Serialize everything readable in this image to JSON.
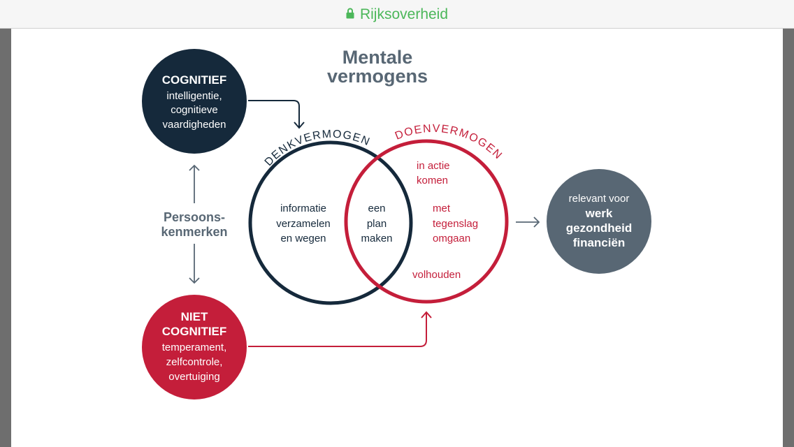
{
  "browser": {
    "site_name": "Rijksoverheid",
    "colors": {
      "secure": "#4cb75a"
    }
  },
  "diagram": {
    "title_line1": "Mentale",
    "title_line2": "vermogens",
    "cognitief": {
      "heading": "COGNITIEF",
      "line1": "intelligentie,",
      "line2": "cognitieve",
      "line3": "vaardigheden"
    },
    "niet_cognitief": {
      "heading1": "NIET",
      "heading2": "COGNITIEF",
      "line1": "temperament,",
      "line2": "zelfcontrole,",
      "line3": "overtuiging"
    },
    "persoons_line1": "Persoons-",
    "persoons_line2": "kenmerken",
    "denk_label": "DENKVERMOGEN",
    "doen_label": "DOENVERMOGEN",
    "denk_text": [
      "informatie",
      "verzamelen",
      "en wegen"
    ],
    "overlap_text": [
      "een",
      "plan",
      "maken"
    ],
    "doen_text1": [
      "in actie",
      "komen"
    ],
    "doen_text2": [
      "met",
      "tegenslag",
      "omgaan"
    ],
    "doen_text3": "volhouden",
    "relevant": {
      "line1": "relevant voor",
      "line2": "werk",
      "line3": "gezondheid",
      "line4": "financiën"
    },
    "colors": {
      "navy": "#15293b",
      "red": "#c41e3a",
      "slate": "#586774"
    }
  }
}
